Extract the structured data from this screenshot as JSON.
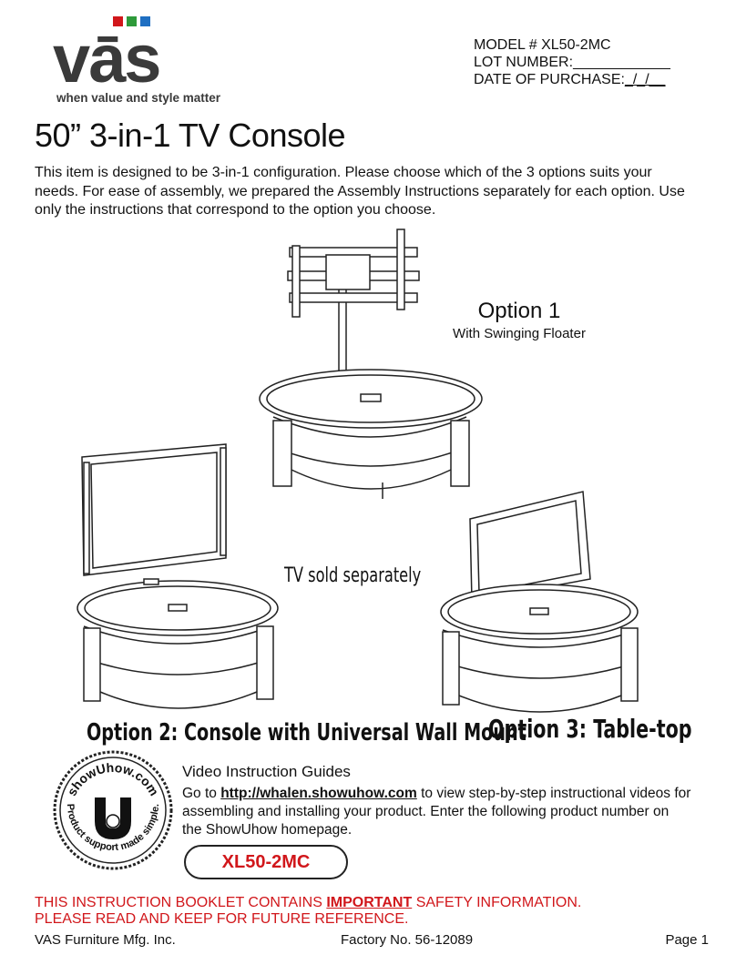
{
  "header": {
    "logo_text": "vās",
    "logo_tagline": "when value and style matter",
    "logo_colors": [
      "#d1171b",
      "#2e9a3a",
      "#1f6fc2"
    ],
    "model_label": "MODEL # XL50-2MC",
    "lot_label": "LOT NUMBER:",
    "lot_blank": "____________",
    "date_label": "DATE OF PURCHASE:",
    "date_blank": "_/_/__"
  },
  "title": "50” 3-in-1 TV Console",
  "intro": "This item is designed to be 3-in-1 configuration. Please choose which of the 3 options suits your needs. For ease of assembly, we prepared the Assembly Instructions separately for each option. Use only the instructions that correspond to the option you choose.",
  "options": {
    "option1_title": "Option 1",
    "option1_subtitle": "With Swinging Floater",
    "tv_sold": "TV sold separately",
    "option2_title": "Option 2:  Console with Universal Wall Mount",
    "option3_title": "Option 3: Table-top"
  },
  "video": {
    "seal_text": "showUhow.com",
    "seal_tagline": "Product support made simple.",
    "title": "Video Instruction Guides",
    "go_to": "Go to ",
    "link": "http://whalen.showuhow.com",
    "body": " to view step-by-step instructional videos for assembling and installing your product. Enter the following product number on the ShowUhow homepage.",
    "product_number": "XL50-2MC"
  },
  "warning": {
    "line1_pre": "THIS INSTRUCTION BOOKLET CONTAINS ",
    "line1_bold": "IMPORTANT",
    "line1_post": " SAFETY INFORMATION.",
    "line2": "PLEASE READ AND KEEP FOR FUTURE REFERENCE."
  },
  "footer": {
    "company": "VAS Furniture Mfg. Inc.",
    "factory": "Factory No. 56-12089",
    "page": "Page 1"
  },
  "colors": {
    "warning_red": "#d1171b"
  }
}
